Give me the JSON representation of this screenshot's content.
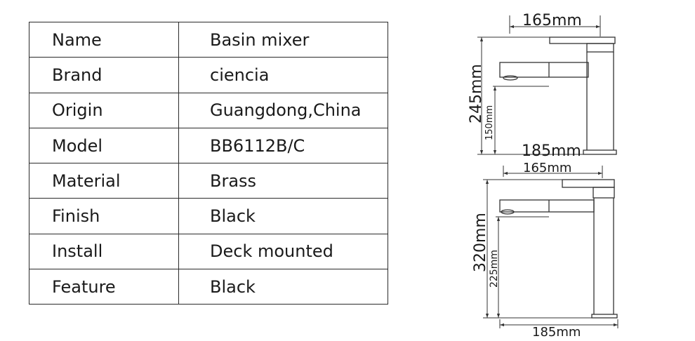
{
  "specs": [
    {
      "label": "Name",
      "value": "Basin mixer"
    },
    {
      "label": "Brand",
      "value": "ciencia"
    },
    {
      "label": "Origin",
      "value": "Guangdong,China"
    },
    {
      "label": "Model",
      "value": "BB6112B/C"
    },
    {
      "label": "Material",
      "value": "Brass"
    },
    {
      "label": "Finish",
      "value": "Black"
    },
    {
      "label": "Install",
      "value": "Deck mounted"
    },
    {
      "label": "Feature",
      "value": "Black"
    }
  ],
  "drawing_top": {
    "width_top": "165mm",
    "height_total": "245mm",
    "height_spout": "150mm",
    "width_base": "185mm"
  },
  "drawing_bottom": {
    "width_top": "165mm",
    "height_total": "320mm",
    "height_spout": "225mm",
    "width_base": "185mm"
  }
}
